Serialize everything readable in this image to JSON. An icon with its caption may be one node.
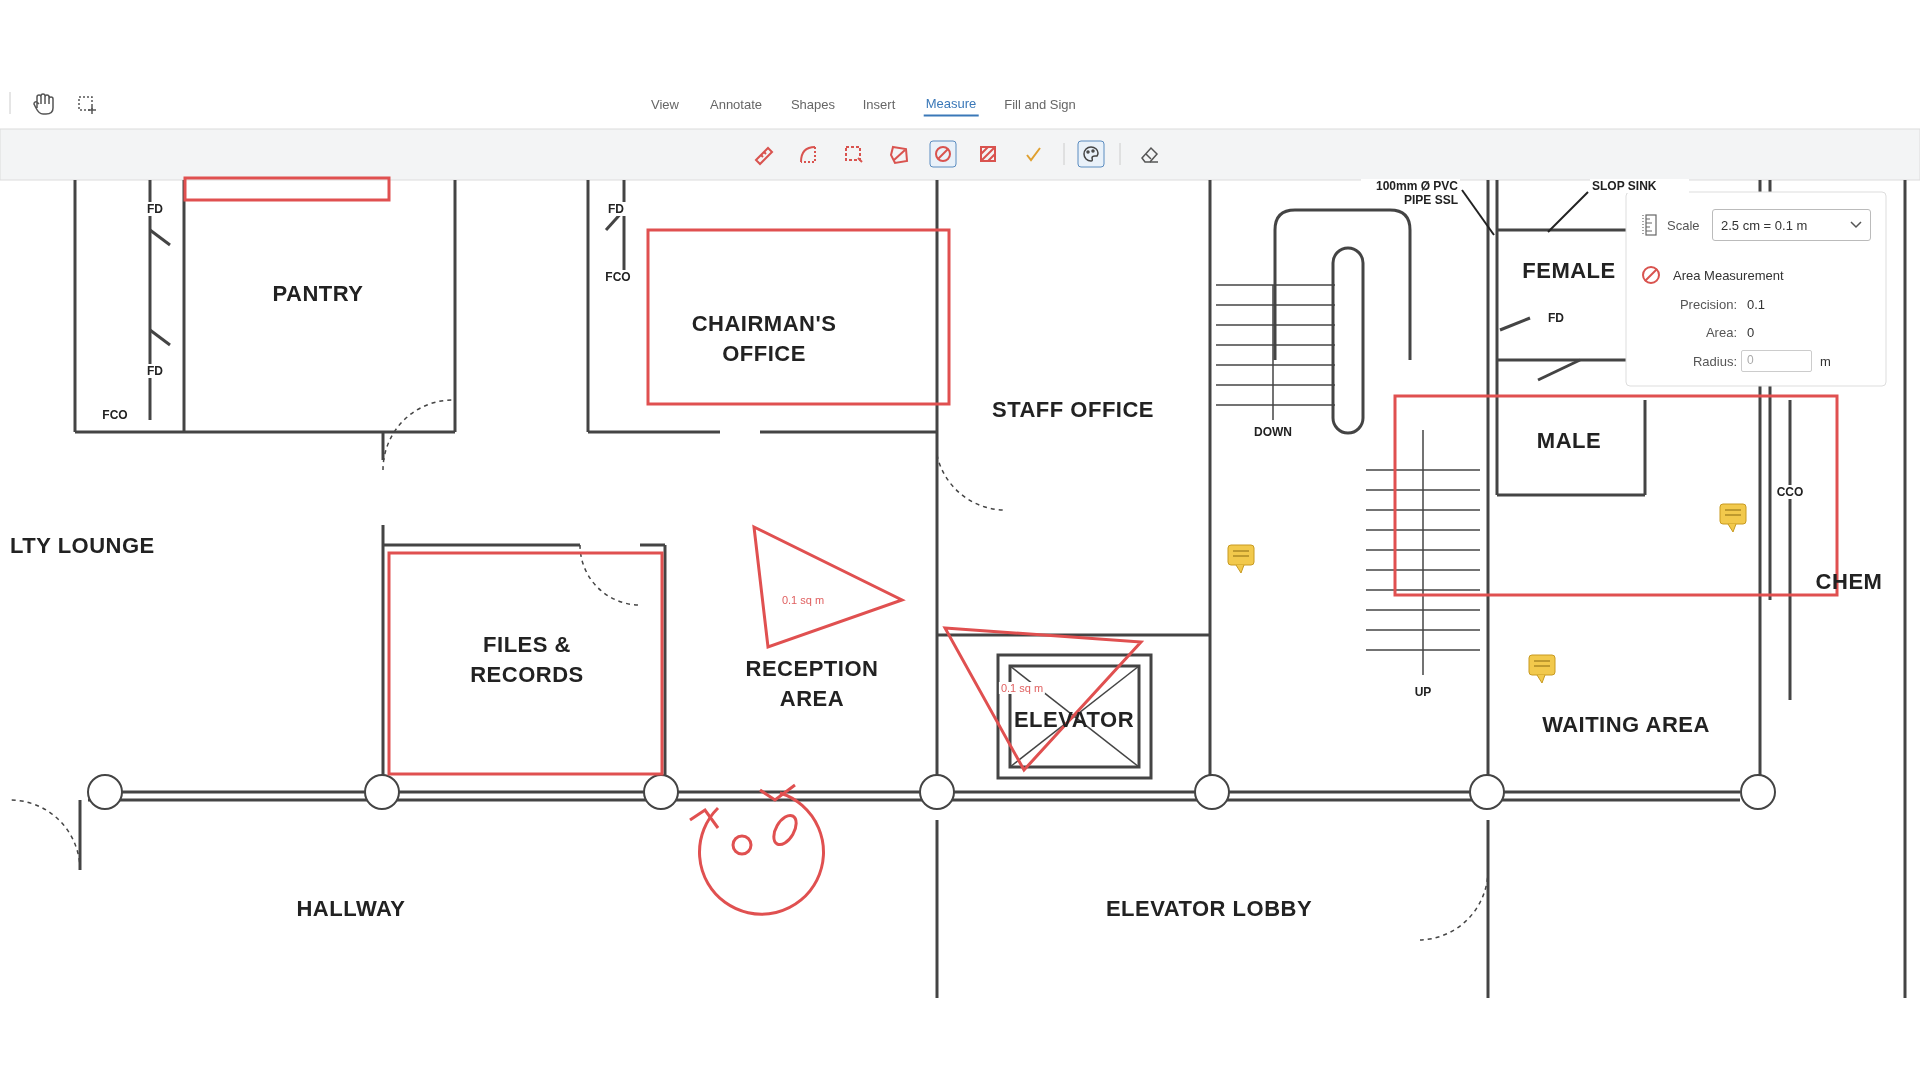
{
  "diagram": {
    "nodes": [
      {
        "text": [
          "100mm Ø PVC PIPE SSL"
        ]
      },
      {
        "text": [
          "SLOP SINK"
        ]
      }
    ],
    "edges": [
      {
        "from": 0,
        "to": null,
        "arrow": "none"
      },
      {
        "from": 1,
        "to": null,
        "arrow": "none"
      }
    ],
    "labels": [
      "View",
      "Annotate",
      "Shapes",
      "Insert",
      "Measure",
      "Fill and Sign",
      "FD",
      "FD",
      "FEMALE",
      "FCO",
      "PANTRY",
      "CHAIRMAN'S OFFICE",
      "FD",
      "FD",
      "STAFF OFFICE",
      "FCO",
      "DOWN",
      "MALE",
      "CCO",
      "LTY LOUNGE",
      "CHEM",
      "0.1 sq m",
      "FILES & RECORDS",
      "0.1 sq m",
      "RECEPTION AREA",
      "UP",
      "ELEVATOR",
      "WAITING AREA",
      "HALLWAY",
      "ELEVATOR LOBBY",
      "Scale",
      "2.5 cm = 0.1 m",
      "Area Measurement",
      "Precision:",
      "0.1",
      "Area:",
      "0",
      "Radius:",
      "0",
      "m"
    ]
  }
}
